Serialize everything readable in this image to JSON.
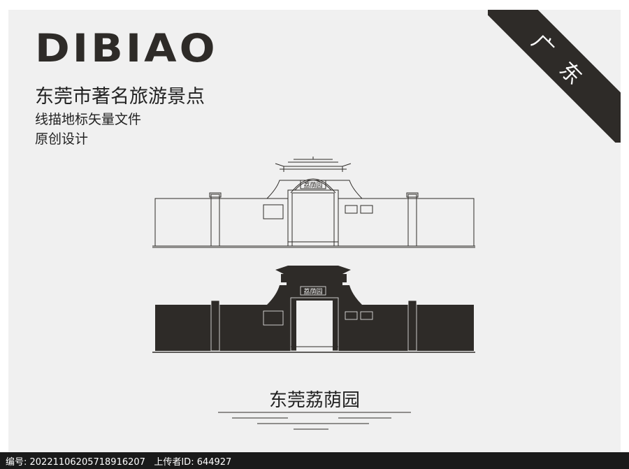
{
  "brand": "DIBIAO",
  "subtitle": "东莞市著名旅游景点",
  "line2": "线描地标矢量文件",
  "line3": "原创设计",
  "region": "广东",
  "place_name": "东莞荔荫园",
  "plaque_text": "荔荫园",
  "footer": {
    "id_label": "编号: 20221106205718916207",
    "uploader_label": "上传者ID: 644927"
  },
  "colors": {
    "dark": "#2e2b28",
    "background": "#f0f0f0"
  }
}
